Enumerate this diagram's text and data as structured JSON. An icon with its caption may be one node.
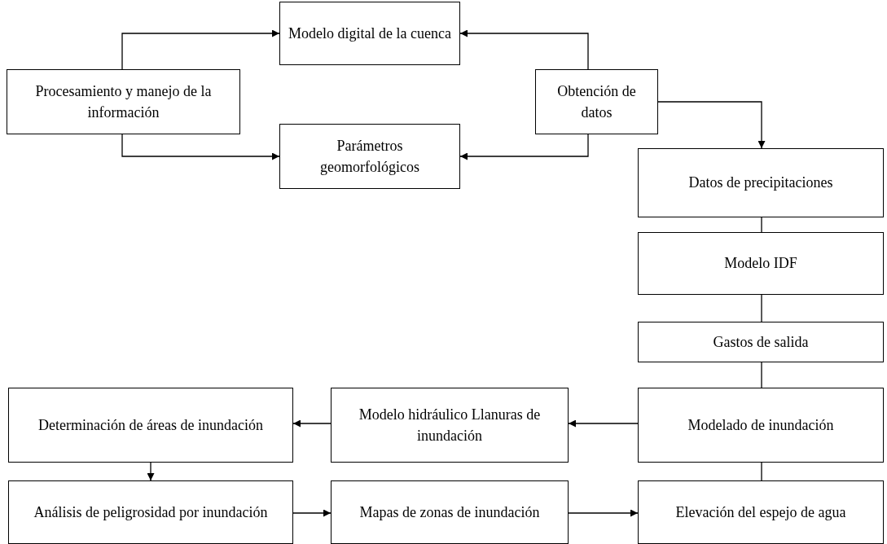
{
  "diagram": {
    "nodes": [
      {
        "text": [
          "Procesamiento y manejo de la información"
        ]
      },
      {
        "text": [
          "Modelo digital de la cuenca"
        ]
      },
      {
        "text": [
          "Obtención de datos"
        ]
      },
      {
        "text": [
          "Parámetros geomorfológicos"
        ]
      },
      {
        "text": [
          "Datos de precipitaciones"
        ]
      },
      {
        "text": [
          "Modelo IDF"
        ]
      },
      {
        "text": [
          "Gastos de salida"
        ]
      },
      {
        "text": [
          "Modelado de inundación"
        ]
      },
      {
        "text": [
          "Modelo hidráulico Llanuras de inundación"
        ]
      },
      {
        "text": [
          "Determinación de áreas de inundación"
        ]
      },
      {
        "text": [
          "Análisis de peligrosidad por inundación"
        ]
      },
      {
        "text": [
          "Mapas de zonas de inundación"
        ]
      },
      {
        "text": [
          "Elevación del espejo de agua"
        ]
      }
    ],
    "edges": [
      {
        "from": 0,
        "to": 1,
        "arrow": "to"
      },
      {
        "from": 0,
        "to": 3,
        "arrow": "to"
      },
      {
        "from": 2,
        "to": 1,
        "arrow": "to"
      },
      {
        "from": 2,
        "to": 3,
        "arrow": "to"
      },
      {
        "from": 2,
        "to": 4,
        "arrow": "to"
      },
      {
        "from": 4,
        "to": 5,
        "arrow": "none"
      },
      {
        "from": 5,
        "to": 6,
        "arrow": "none"
      },
      {
        "from": 6,
        "to": 7,
        "arrow": "none"
      },
      {
        "from": 7,
        "to": 8,
        "arrow": "to"
      },
      {
        "from": 8,
        "to": 9,
        "arrow": "to"
      },
      {
        "from": 9,
        "to": 10,
        "arrow": "to"
      },
      {
        "from": 10,
        "to": 11,
        "arrow": "to"
      },
      {
        "from": 11,
        "to": 12,
        "arrow": "to"
      },
      {
        "from": 7,
        "to": 12,
        "arrow": "none"
      }
    ]
  }
}
